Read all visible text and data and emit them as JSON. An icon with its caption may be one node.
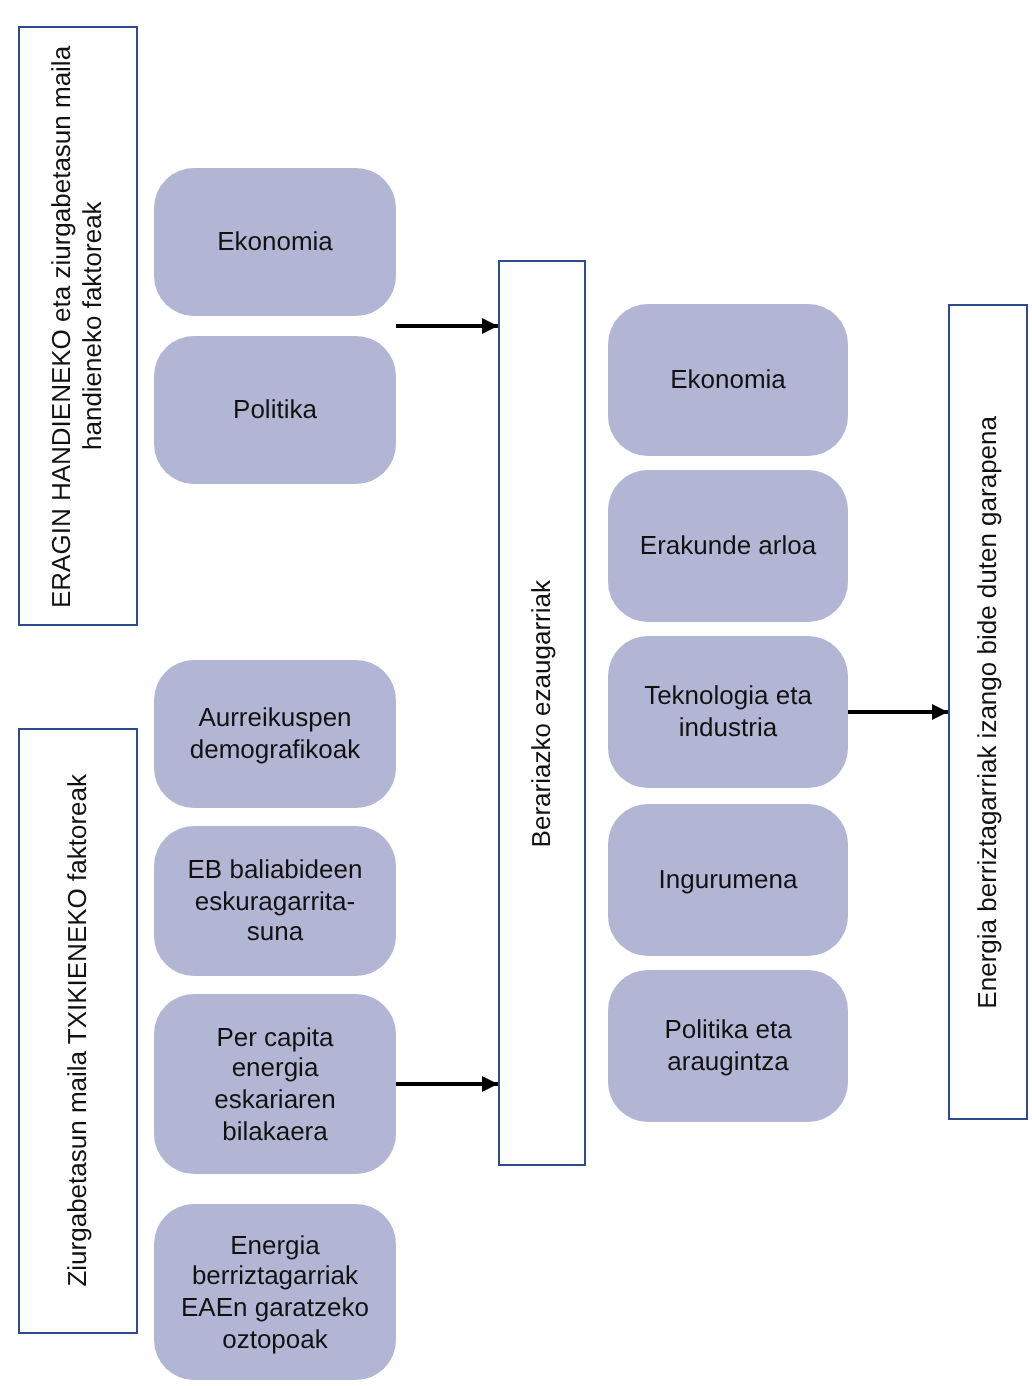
{
  "diagram": {
    "nodes": [
      {
        "text": [
          "ERAGIN HANDIENEKO eta ziurgabetasun maila handieneko faktoreak"
        ]
      },
      {
        "text": [
          "Ekonomia"
        ]
      },
      {
        "text": [
          "Politika"
        ]
      },
      {
        "text": [
          "Ziurgabetasun maila TXIKIENEKO faktoreak"
        ]
      },
      {
        "text": [
          "Aurreikuspen demografikoak"
        ]
      },
      {
        "text": [
          "EB baliabideen eskuragarrita- suna"
        ]
      },
      {
        "text": [
          "Per capita energia eskariaren bilakaera"
        ]
      },
      {
        "text": [
          "Energia berriztagarriak EAEn garatzeko oztopoak"
        ]
      },
      {
        "text": [
          "Berariazko ezaugarriak"
        ]
      },
      {
        "text": [
          "Ekonomia"
        ]
      },
      {
        "text": [
          "Erakunde arloa"
        ]
      },
      {
        "text": [
          "Teknologia eta industria"
        ]
      },
      {
        "text": [
          "Ingurumena"
        ]
      },
      {
        "text": [
          "Politika eta araugintza"
        ]
      },
      {
        "text": [
          "Energia berriztagarriak izango bide duten garapena"
        ]
      }
    ],
    "edges": [
      {
        "from": 1,
        "to": 8,
        "arrow": "to"
      },
      {
        "from": 6,
        "to": 8,
        "arrow": "to"
      },
      {
        "from": 11,
        "to": 14,
        "arrow": "to"
      }
    ]
  }
}
